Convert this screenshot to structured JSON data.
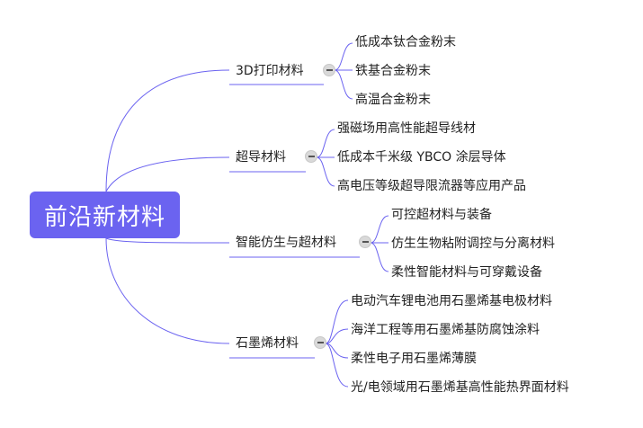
{
  "root": {
    "label": "前沿新材料"
  },
  "branches": [
    {
      "label": "3D打印材料",
      "children": [
        "低成本钛合金粉末",
        "铁基合金粉末",
        "高温合金粉末"
      ]
    },
    {
      "label": "超导材料",
      "children": [
        "强磁场用高性能超导线材",
        "低成本千米级 YBCO 涂层导体",
        "高电压等级超导限流器等应用产品"
      ]
    },
    {
      "label": "智能仿生与超材料",
      "children": [
        "可控超材料与装备",
        "仿生生物粘附调控与分离材料",
        "柔性智能材料与可穿戴设备"
      ]
    },
    {
      "label": "石墨烯材料",
      "children": [
        "电动汽车锂电池用石墨烯基电极材料",
        "海洋工程等用石墨烯基防腐蚀涂料",
        "柔性电子用石墨烯薄膜",
        "光/电领域用石墨烯基高性能热界面材料"
      ]
    }
  ],
  "colors": {
    "accent": "#6b63f0",
    "line": "#6b63f0"
  },
  "icons": {
    "collapse": "minus-circle-icon"
  }
}
